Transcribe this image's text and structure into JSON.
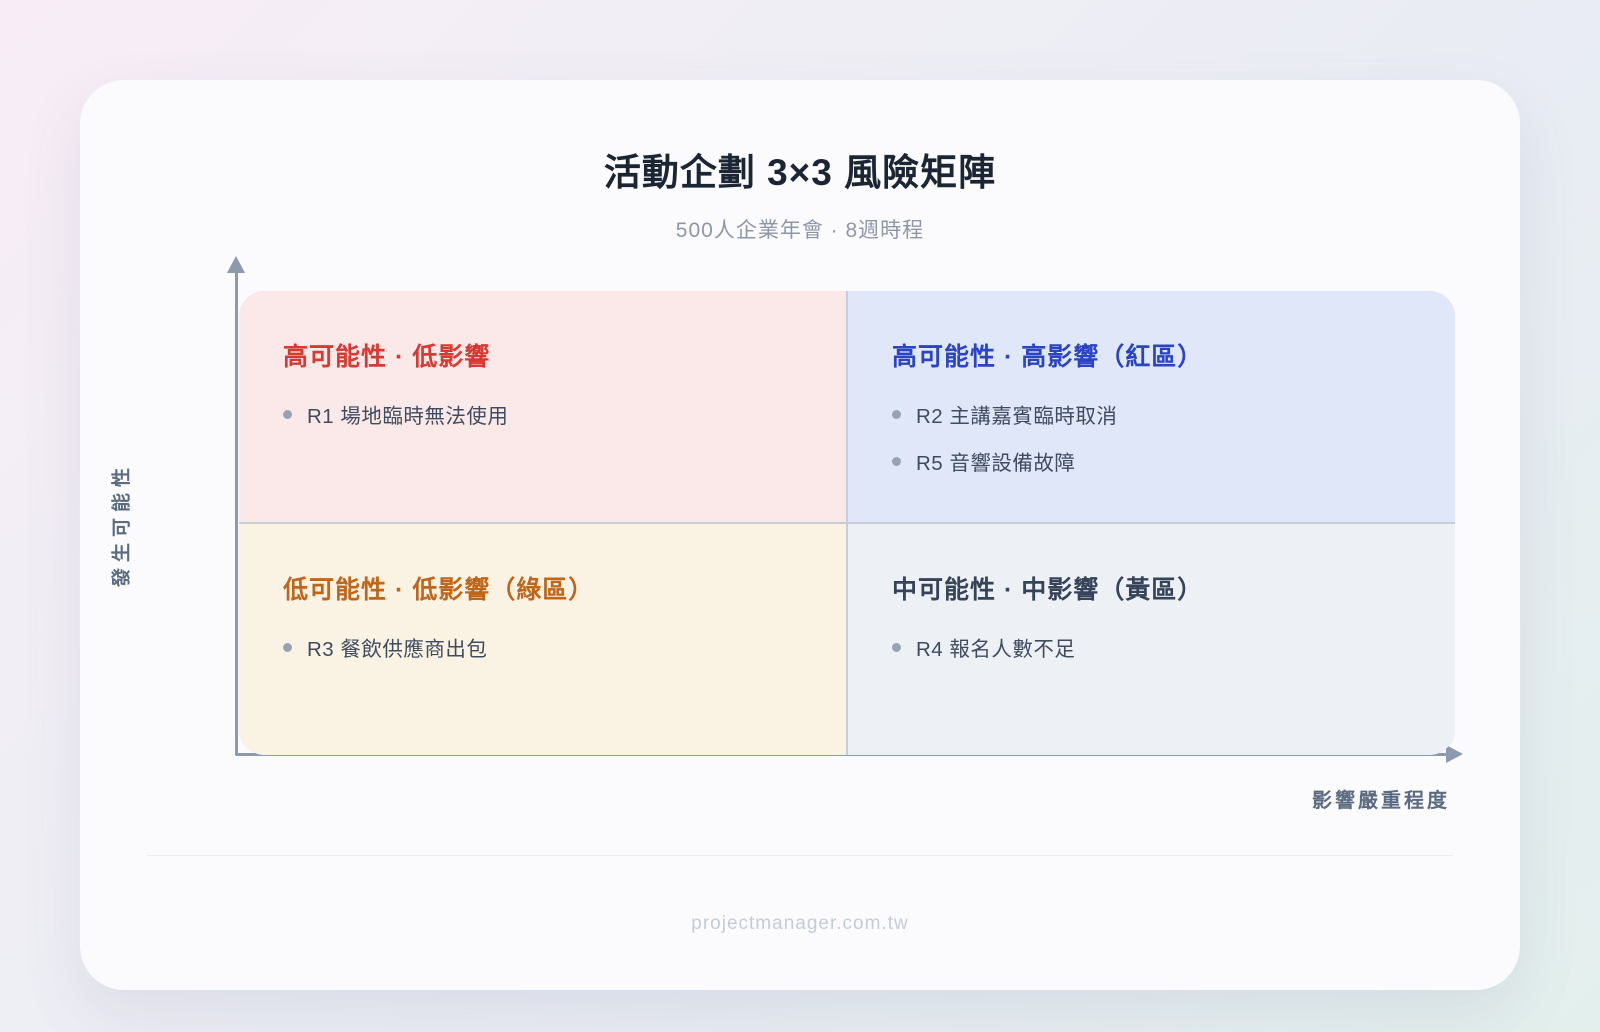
{
  "page": {
    "title": "活動企劃 3×3 風險矩陣",
    "subtitle": "500人企業年會 · 8週時程",
    "footer": "projectmanager.com.tw"
  },
  "axes": {
    "y_label": "發生可能性",
    "x_label": "影響嚴重程度"
  },
  "quadrants": [
    {
      "position": "top-left",
      "title": "高可能性 · 低影響",
      "title_color": "#d63a33",
      "background": "#fbe9e9",
      "items": [
        "R1 場地臨時無法使用"
      ]
    },
    {
      "position": "top-right",
      "title": "高可能性 · 高影響（紅區）",
      "title_color": "#2a44c3",
      "background": "#dfe7f8",
      "items": [
        "R2 主講嘉賓臨時取消",
        "R5 音響設備故障"
      ]
    },
    {
      "position": "bottom-left",
      "title": "低可能性 · 低影響（綠區）",
      "title_color": "#c0661b",
      "background": "#faf3e3",
      "items": [
        "R3 餐飲供應商出包"
      ]
    },
    {
      "position": "bottom-right",
      "title": "中可能性 · 中影響（黃區）",
      "title_color": "#364358",
      "background": "#edf0f5",
      "items": [
        "R4 報名人數不足"
      ]
    }
  ],
  "colors": {
    "axis": "#8c99ae",
    "card_background": "#fbfbfd",
    "page_gradient_start": "#f8edf6",
    "page_gradient_end": "#e3efed",
    "grid_divider": "#c7ceda",
    "bullet_text": "#3f4c5f",
    "axis_label": "#5b6b81"
  }
}
